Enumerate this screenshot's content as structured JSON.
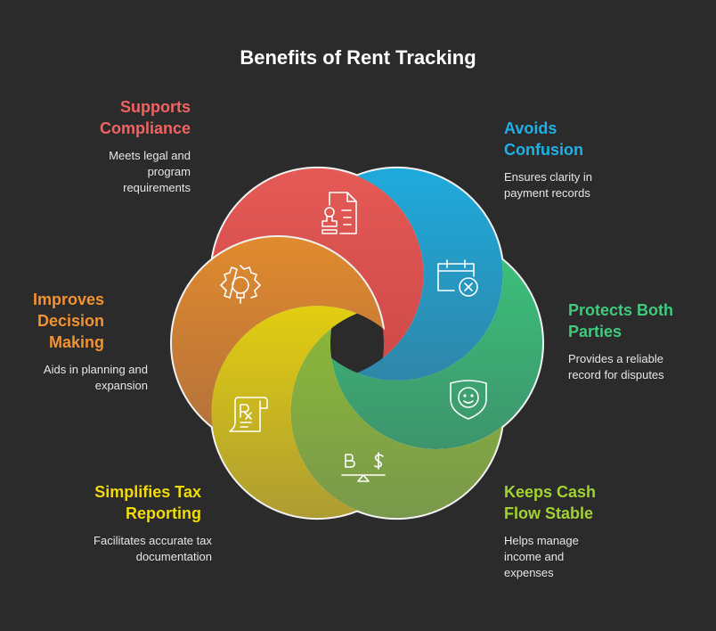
{
  "title": "Benefits of Rent Tracking",
  "items": [
    {
      "heading": "Supports Compliance",
      "description": "Meets legal and program requirements",
      "color": "#f26262",
      "icon": "document-stamp-icon"
    },
    {
      "heading": "Avoids Confusion",
      "description": "Ensures clarity in payment records",
      "color": "#1fb0e6",
      "icon": "calendar-x-icon"
    },
    {
      "heading": "Protects Both Parties",
      "description": "Provides a reliable record for disputes",
      "color": "#3fca7e",
      "icon": "shield-face-icon"
    },
    {
      "heading": "Keeps Cash Flow Stable",
      "description": "Helps manage income and expenses",
      "color": "#a2d232",
      "icon": "currency-balance-icon"
    },
    {
      "heading": "Simplifies Tax Reporting",
      "description": "Facilitates accurate tax documentation",
      "color": "#f2da0a",
      "icon": "prescription-scroll-icon"
    },
    {
      "heading": "Improves Decision Making",
      "description": "Aids in planning and expansion",
      "color": "#f29230",
      "icon": "gear-bulb-icon"
    }
  ]
}
